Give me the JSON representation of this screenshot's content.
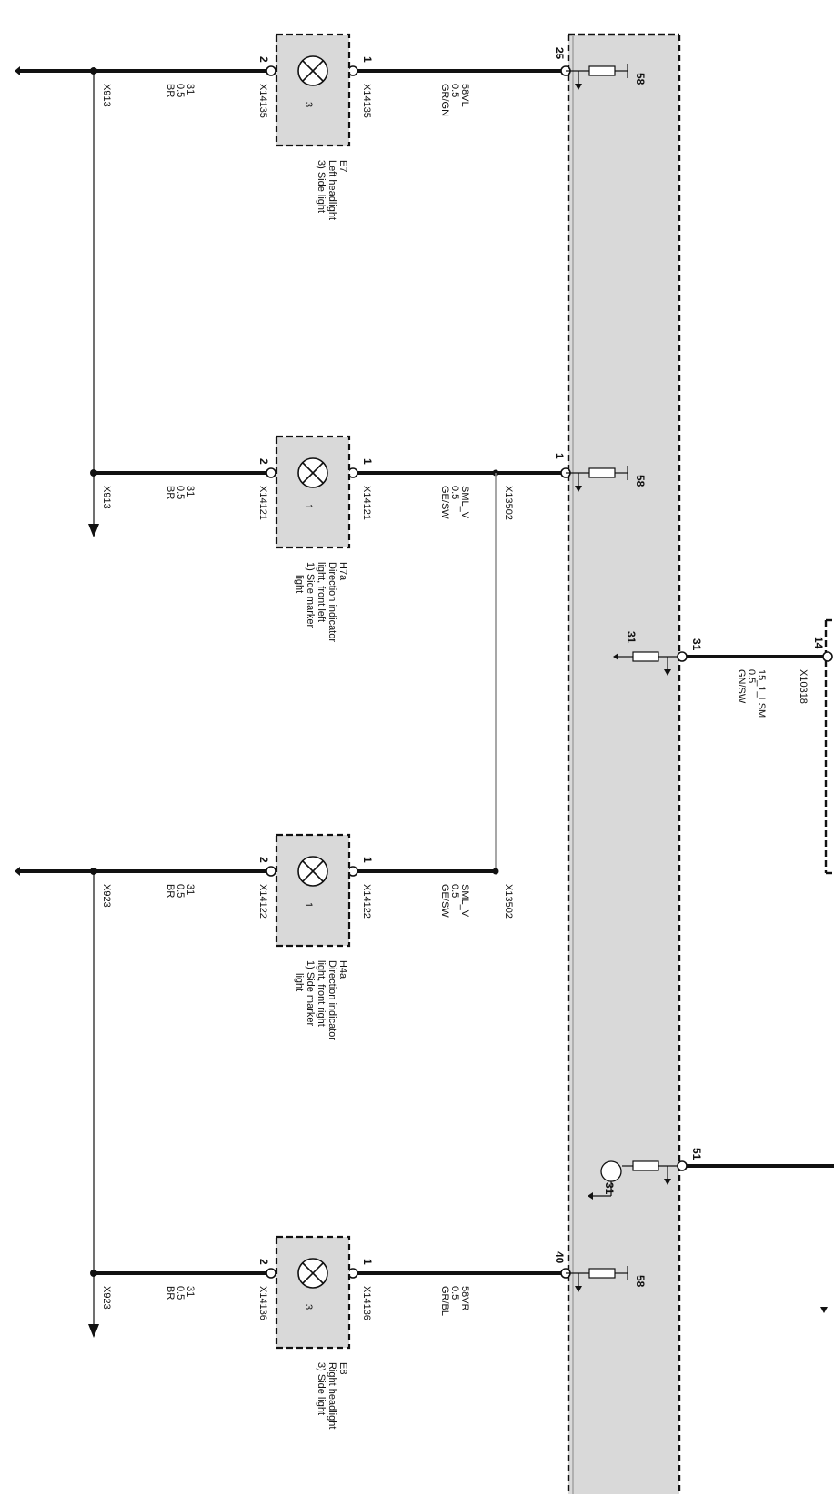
{
  "diagram": {
    "components": {
      "e7": {
        "ref": "E7",
        "num": "3",
        "title": "Left headlight",
        "sub": "3) Side light",
        "pin_left": "2",
        "pin_right": "1",
        "conn_left": "X14135",
        "conn_right": "X14135"
      },
      "h7a": {
        "ref": "H7a",
        "num": "1",
        "title": "Direction indicator",
        "title2": "light, front left",
        "sub": "1) Side marker",
        "sub2": "light",
        "pin_left": "2",
        "pin_right": "1",
        "conn_left": "X14121",
        "conn_right": "X14121"
      },
      "h4a": {
        "ref": "H4a",
        "num": "1",
        "title": "Direction indicator",
        "title2": "light, front right",
        "sub": "1) Side marker",
        "sub2": "light",
        "pin_left": "2",
        "pin_right": "1",
        "conn_left": "X14122",
        "conn_right": "X14122"
      },
      "e8": {
        "ref": "E8",
        "num": "3",
        "title": "Right headlight",
        "sub": "3) Side light",
        "pin_left": "2",
        "pin_right": "1",
        "conn_left": "X14136",
        "conn_right": "X14136"
      }
    },
    "wires": {
      "w1": {
        "signal": "58VL",
        "size": "0.5",
        "color": "GR/GN"
      },
      "w2": {
        "signal": "SML_V",
        "size": "0.5",
        "color": "GE/SW"
      },
      "w3": {
        "signal": "15_1_LSM",
        "size": "0.5",
        "color": "GN/SW"
      },
      "w4": {
        "signal": "SML_V",
        "size": "0.5",
        "color": "GE/SW"
      },
      "w5": {
        "signal": "58VR",
        "size": "0.5",
        "color": "GR/BL"
      }
    },
    "grounds": {
      "g1": {
        "signal": "31",
        "size": "0.5",
        "color": "BR",
        "splice": "X913"
      },
      "g2": {
        "signal": "31",
        "size": "0.5",
        "color": "BR",
        "splice": "X913"
      },
      "g3": {
        "signal": "31",
        "size": "0.5",
        "color": "BR",
        "splice": "X923"
      },
      "g4": {
        "signal": "31",
        "size": "0.5",
        "color": "BR",
        "splice": "X923"
      }
    },
    "splices": {
      "s1": "X13502",
      "s2": "X13502"
    },
    "module_pins": {
      "p25": "25",
      "p1": "1",
      "p31": "31",
      "p51": "51",
      "p40": "40"
    },
    "module_internal": {
      "t1": "58",
      "t2": "58",
      "t3": "31",
      "t4": "31",
      "t5": "58"
    },
    "connector_top": {
      "pin": "14",
      "conn": "X10318"
    }
  }
}
